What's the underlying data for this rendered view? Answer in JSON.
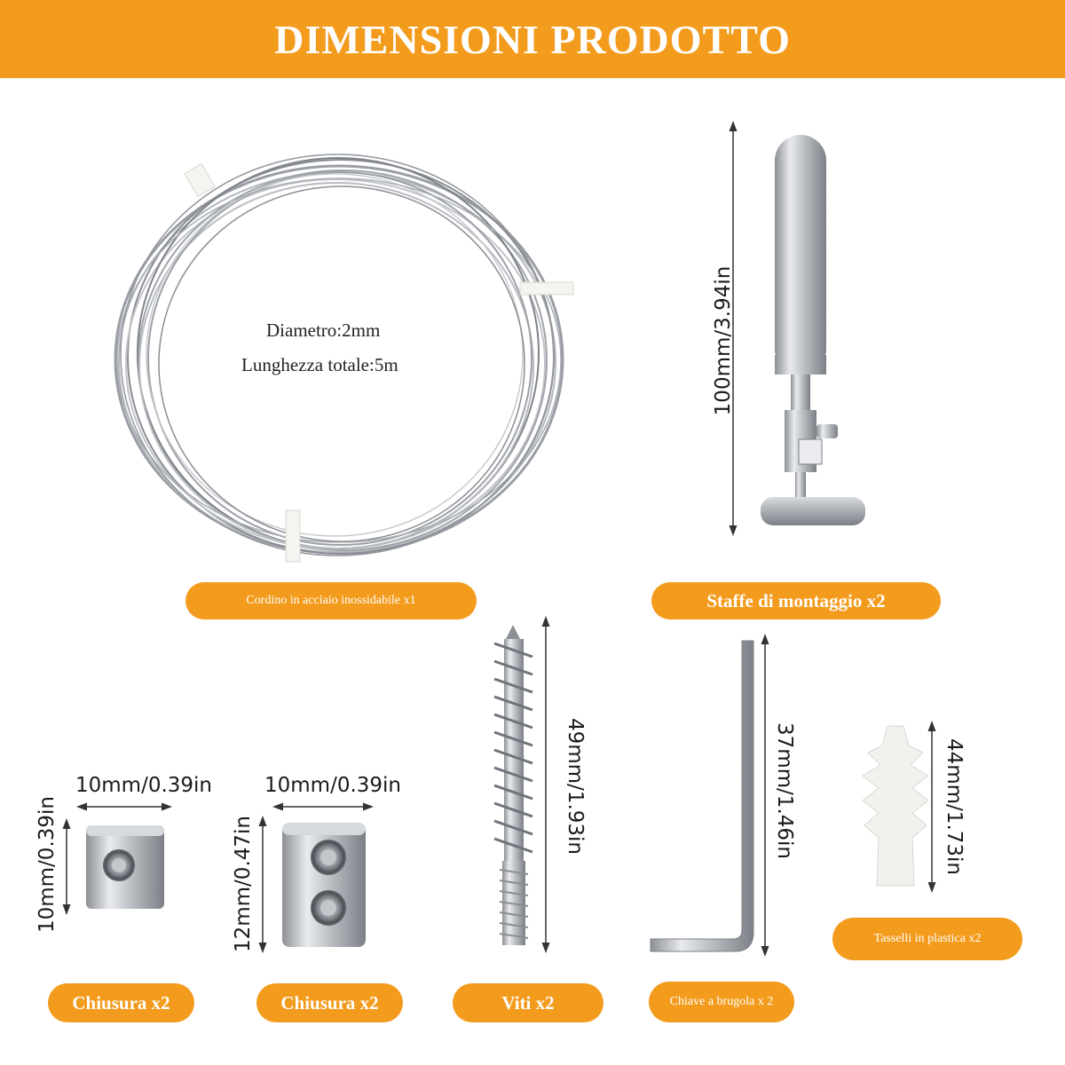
{
  "header": {
    "title": "DIMENSIONI PRODOTTO",
    "accent_color": "#f39b1c"
  },
  "cable": {
    "diameter": "Diametro:2mm",
    "length": "Lunghezza totale:5m",
    "label": "Cordino in acciaio inossidabile x1"
  },
  "bracket": {
    "dimension": "100mm/3.94in",
    "label": "Staffe di montaggio x2"
  },
  "screw": {
    "dimension": "49mm/1.93in",
    "label": "Viti x2"
  },
  "hex_key": {
    "dimension": "37mm/1.46in",
    "label": "Chiave a brugola x 2"
  },
  "anchor": {
    "dimension": "44mm/1.73in",
    "label": "Tasselli in plastica x2"
  },
  "clamp_single": {
    "width": "10mm/0.39in",
    "height": "10mm/0.39in",
    "label": "Chiusura x2"
  },
  "clamp_double": {
    "width": "10mm/0.39in",
    "height": "12mm/0.47in",
    "label": "Chiusura x2"
  }
}
